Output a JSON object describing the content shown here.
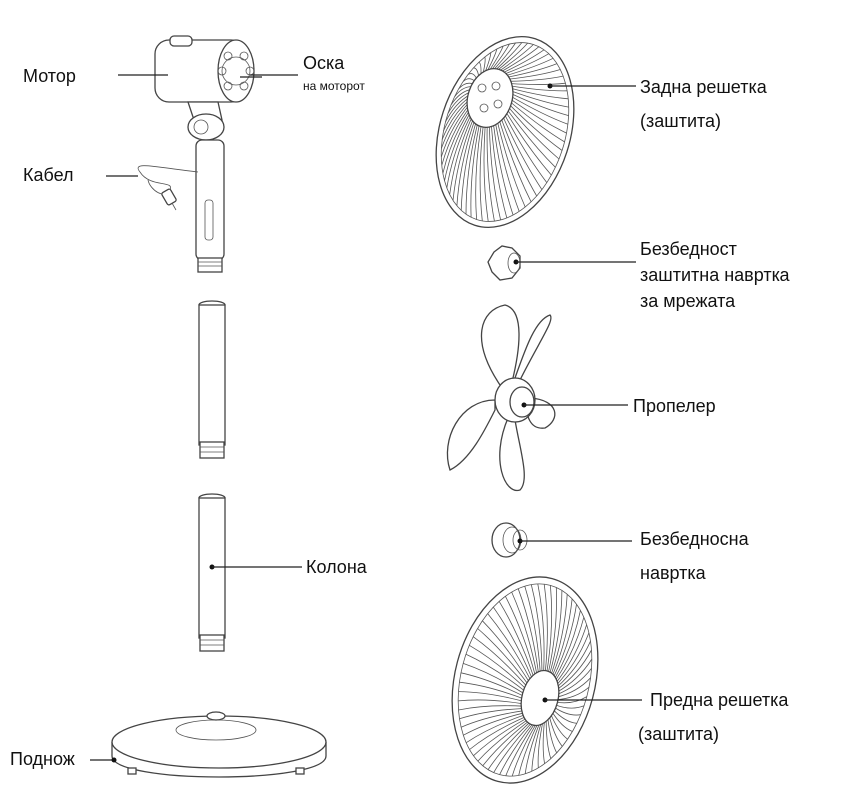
{
  "labels": {
    "motor": "Мотор",
    "axle": "Оска",
    "axle_sub": "на моторот",
    "cable": "Кабел",
    "rear_grille": [
      "Задна решетка",
      "(заштита)"
    ],
    "grille_nut": [
      "Безбедност",
      "заштитна наврткa",
      "за мрежата"
    ],
    "propeller": "Пропелер",
    "column": "Колона",
    "safety_nut": [
      "Безбедносна",
      "навртка"
    ],
    "front_grille": [
      "Предна решетка",
      "(заштита)"
    ],
    "base": "Поднож"
  },
  "colors": {
    "line": "#222222",
    "part_stroke": "#444444",
    "fill": "#ffffff"
  }
}
